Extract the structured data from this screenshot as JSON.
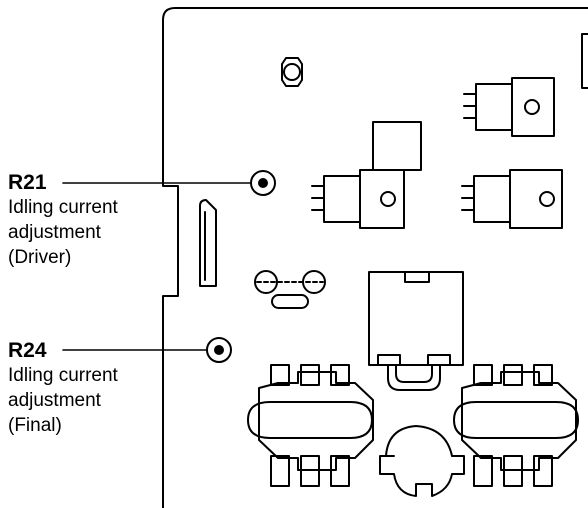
{
  "callouts": [
    {
      "ref": "R21",
      "lines": [
        "Idling current",
        "adjustment",
        "(Driver)"
      ]
    },
    {
      "ref": "R24",
      "lines": [
        "Idling current",
        "adjustment",
        "(Final)"
      ]
    }
  ],
  "colors": {
    "line": "#000000",
    "background": "#ffffff"
  }
}
